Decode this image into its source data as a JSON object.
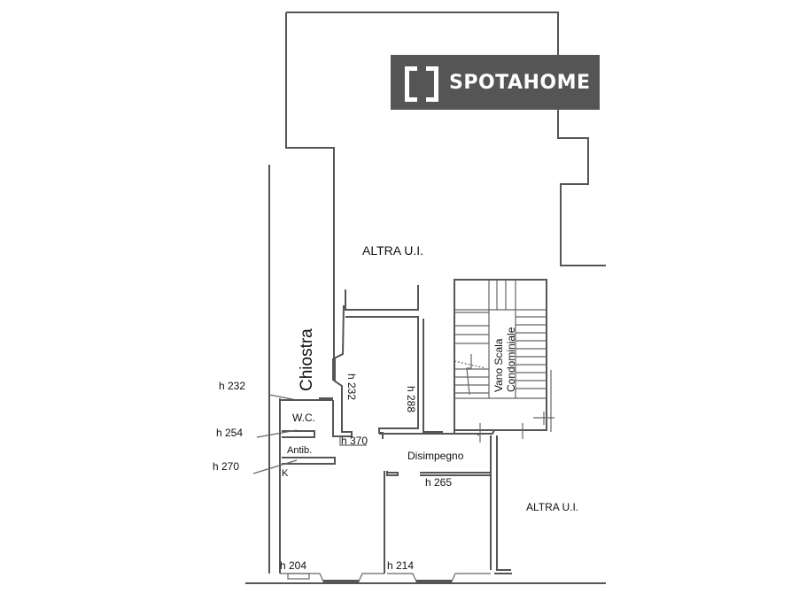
{
  "brand": {
    "name": "SPOTAHOME",
    "logo_icon": "bracket-logo-icon",
    "background": "#555555",
    "text_color": "#ffffff"
  },
  "floorplan": {
    "areas": {
      "other_unit_top": "ALTRA U.I.",
      "other_unit_right": "ALTRA U.I.",
      "courtyard": "Chiostra",
      "stairwell_line1": "Vano Scala",
      "stairwell_line2": "Condominiale",
      "wc": "W.C.",
      "antibagno": "Antib.",
      "kitchen": "K",
      "hallway": "Disimpegno"
    },
    "heights": {
      "wc_top": "h 232",
      "wc_mid": "h 254",
      "antib": "h 270",
      "corridor_vertical": "h 232",
      "room_center": "h 288",
      "corner": "h 370",
      "hallway": "h 265",
      "bottom_left": "h 204",
      "bottom_mid": "h 214"
    },
    "line_color": "#555555"
  }
}
